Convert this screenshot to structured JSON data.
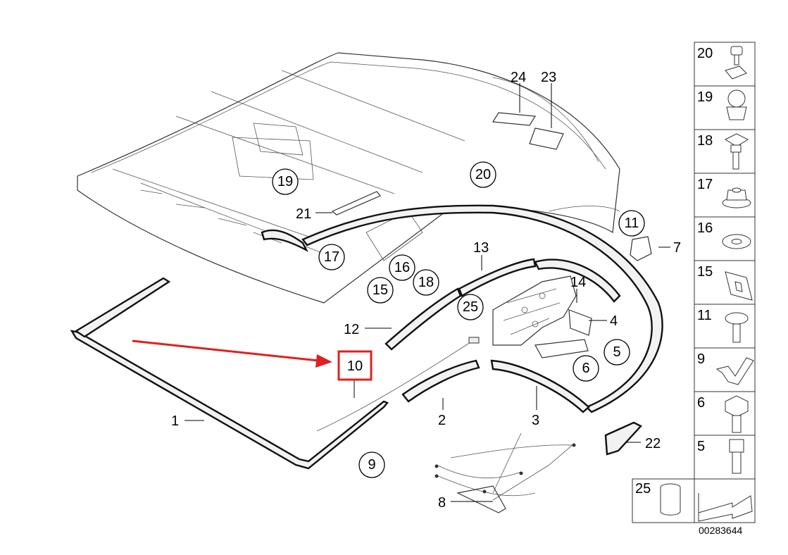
{
  "plain_labels": {
    "p1": "1",
    "p2": "2",
    "p3": "3",
    "p4": "4",
    "p7": "7",
    "p8": "8",
    "p12": "12",
    "p13": "13",
    "p14": "14",
    "p21": "21",
    "p22": "22",
    "p23": "23",
    "p24": "24"
  },
  "circled_labels": {
    "c5": "5",
    "c6": "6",
    "c9": "9",
    "c11": "11",
    "c15": "15",
    "c16": "16",
    "c17": "17",
    "c18": "18",
    "c19": "19",
    "c20": "20",
    "c25": "25"
  },
  "highlight": {
    "label": "10",
    "color": "#e02020"
  },
  "side_panel": {
    "items": [
      "20",
      "19",
      "18",
      "17",
      "16",
      "15",
      "11",
      "9",
      "6",
      "5"
    ],
    "bottom_item": "25"
  },
  "reference_number": "00283644"
}
